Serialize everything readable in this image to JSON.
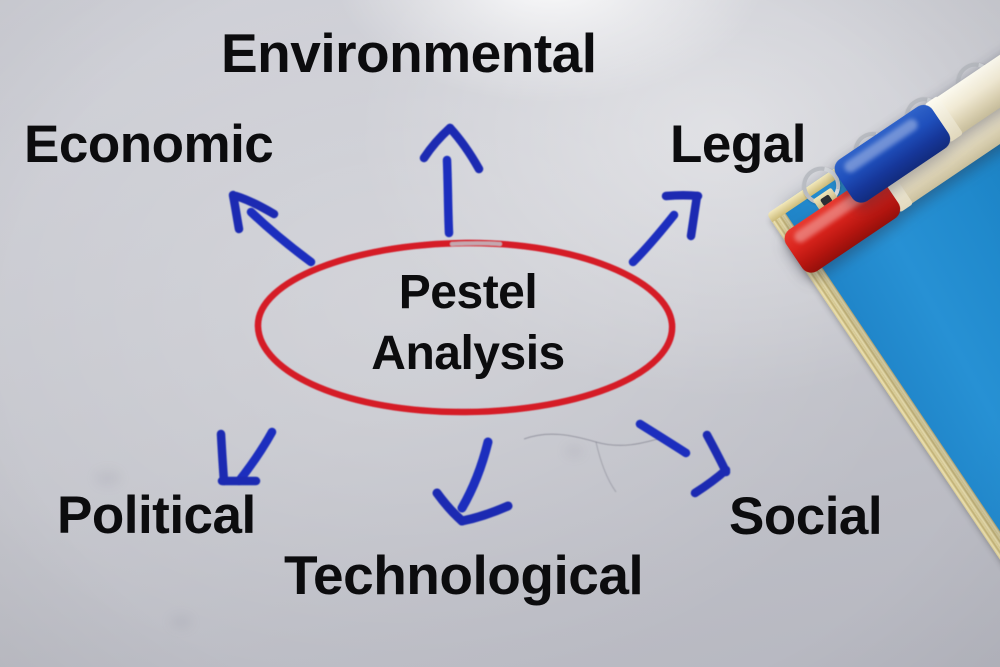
{
  "scene": {
    "title": "Pestel Analysis whiteboard diagram",
    "background_color": "#c5c6cd",
    "surface": "whiteboard"
  },
  "center": {
    "line1": "Pestel",
    "line2": "Analysis",
    "ellipse_color": "#d51a27",
    "text_color": "#0c0c0e"
  },
  "labels": {
    "environmental": "Environmental",
    "economic": "Economic",
    "legal": "Legal",
    "political": "Political",
    "technological": "Technological",
    "social": "Social"
  },
  "arrows": {
    "color": "#1f2fbe",
    "items": [
      {
        "name": "arrow-to-economic",
        "direction": "up-left",
        "target": "Economic"
      },
      {
        "name": "arrow-to-environmental",
        "direction": "up",
        "target": "Environmental"
      },
      {
        "name": "arrow-to-legal",
        "direction": "up-right",
        "target": "Legal"
      },
      {
        "name": "arrow-to-political",
        "direction": "down-left",
        "target": "Political"
      },
      {
        "name": "arrow-to-technological",
        "direction": "down",
        "target": "Technological"
      },
      {
        "name": "arrow-to-social",
        "direction": "down-right",
        "target": "Social"
      }
    ]
  },
  "desk_objects": {
    "notebook": {
      "name": "spiral-notebook",
      "cover_color": "#1f86c9",
      "page_edge_color": "#ddcf95",
      "ring_color": "#b9bcc2"
    },
    "markers": [
      {
        "name": "blue-marker",
        "cap_color": "#1f4fbc",
        "body_color": "#f3ecd6"
      },
      {
        "name": "red-marker",
        "cap_color": "#d8231c",
        "body_color": "#f3ecd6"
      }
    ]
  }
}
